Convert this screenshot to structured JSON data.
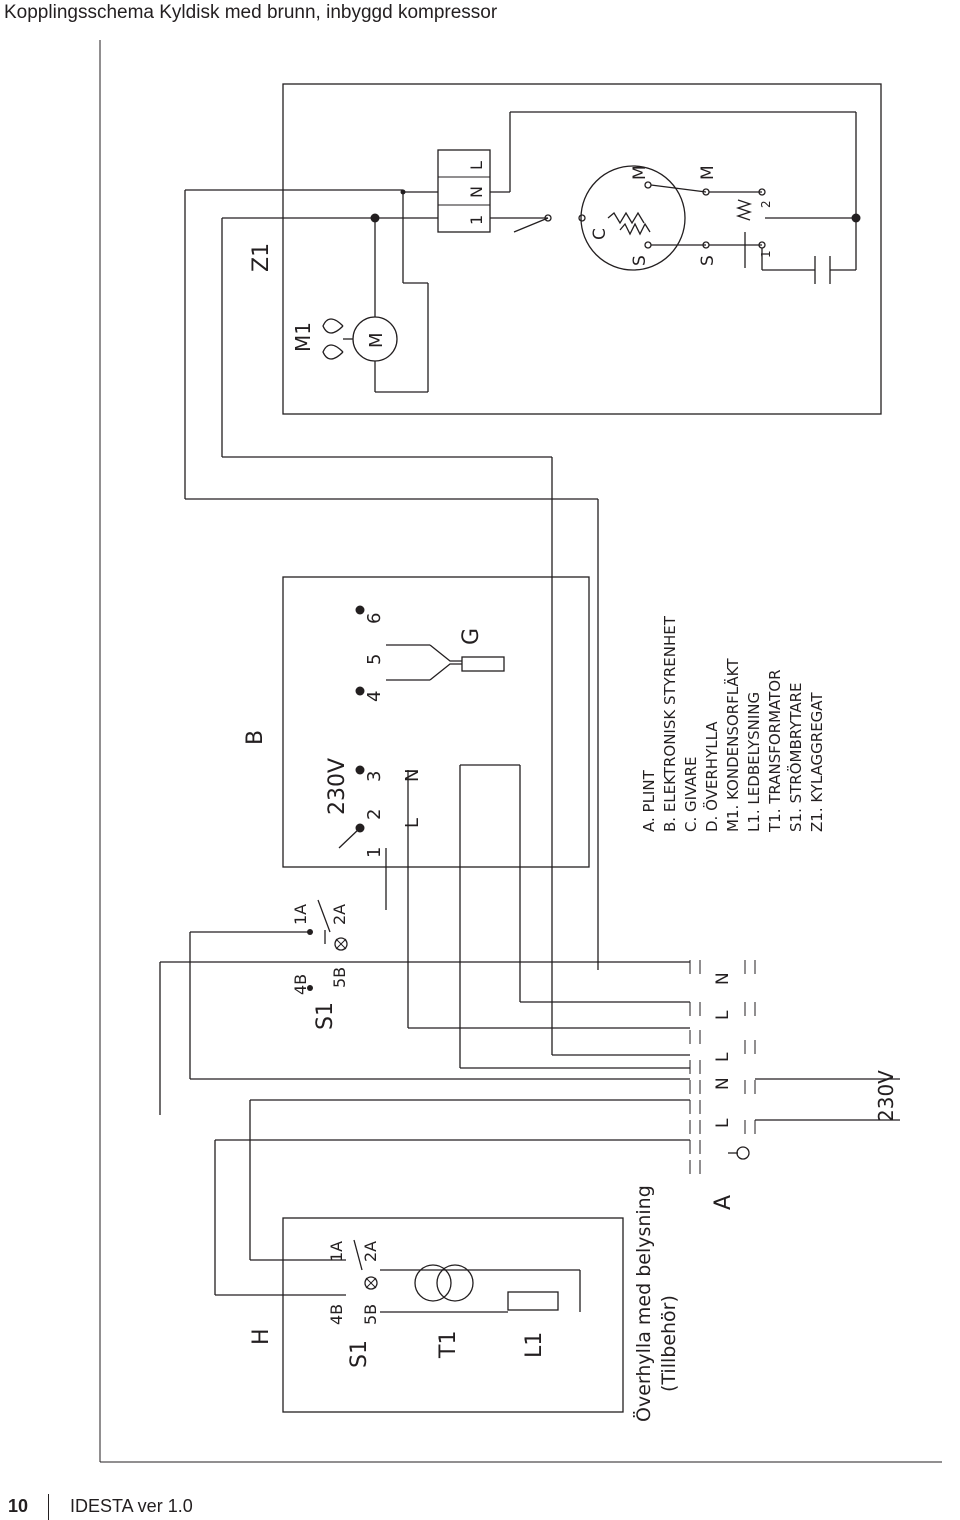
{
  "page": {
    "title": "Kopplingsschema Kyldisk med brunn, inbyggd kompressor",
    "page_number": "10",
    "doc_version": "IDESTA ver 1.0"
  },
  "diagram": {
    "labels": {
      "z1": "Z1",
      "m1": "M1",
      "motor": "M",
      "b": "B",
      "volt_b": "230V",
      "g": "G",
      "s1_top": "S1",
      "s1_bottom": "S1",
      "h": "H",
      "t1": "T1",
      "l1": "L1",
      "a": "A",
      "volt_a": "230V",
      "shelf_title": "Överhylla med belysning",
      "shelf_sub": "(Tillbehör)",
      "comp_c": "C",
      "comp_s": "S",
      "comp_m": "M",
      "relay_s": "S",
      "relay_m": "M",
      "relay_1": "1",
      "relay_2": "2",
      "plug_l": "L",
      "plug_n": "N",
      "plug_1": "1",
      "b_pin1": "1",
      "b_pin2": "2",
      "b_pin3": "3",
      "b_pin4": "4",
      "b_pin5": "5",
      "b_pin6": "6",
      "b_l": "L",
      "b_n": "N",
      "sw_4b": "4B",
      "sw_5b": "5B",
      "sw_1a": "1A",
      "sw_2a": "2A",
      "h_4b": "4B",
      "h_5b": "5B",
      "h_1a": "1A",
      "h_2a": "2A",
      "term_l1": "L",
      "term_n1": "N",
      "term_l2": "L",
      "term_l3": "L",
      "term_n2": "N"
    },
    "legend": [
      "A. PLINT",
      "B. ELEKTRONISK STYRENHET",
      "C. GIVARE",
      "D. ÖVERHYLLA",
      "M1. KONDENSORFLÄKT",
      "L1. LEDBELYSNING",
      "T1. TRANSFORMATOR",
      "S1. STRÖMBRYTARE",
      "Z1. KYLAGGREGAT"
    ]
  }
}
